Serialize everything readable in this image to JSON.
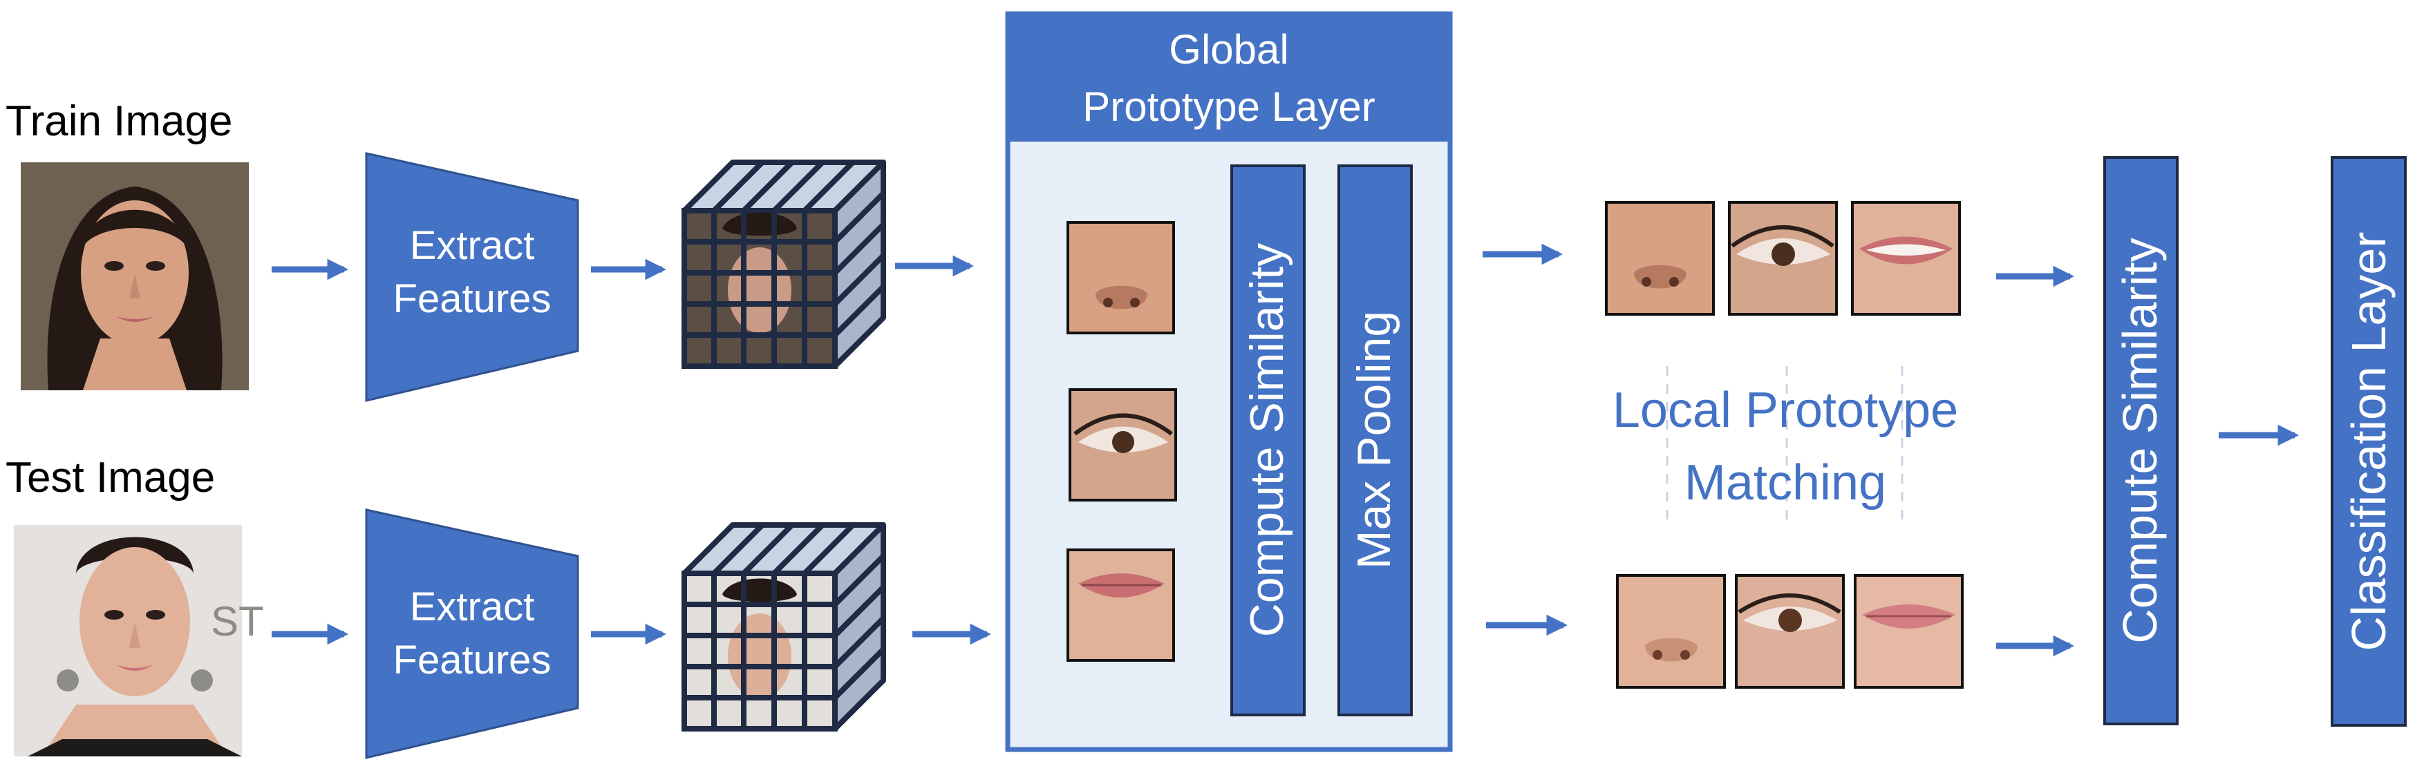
{
  "labels": {
    "train_image": "Train Image",
    "test_image": "Test Image",
    "extract_line1": "Extract",
    "extract_line2": "Features",
    "global_line1": "Global",
    "global_line2": "Prototype Layer",
    "compute_similarity": "Compute Similarity",
    "max_pooling": "Max Pooling",
    "local_line1": "Local Prototype",
    "local_line2": "Matching",
    "compute_similarity_2": "Compute Similarity",
    "classification_layer": "Classification Layer"
  },
  "colors": {
    "accent": "#4472C4",
    "panel_fill": "#E6EEF7",
    "text": "#000000",
    "grid_stroke": "#1F2A44",
    "cube_top": "#C8D3E4",
    "cube_side": "#A9B6CA",
    "skin": "#D9A183",
    "hair": "#2A1E1A",
    "lip": "#C96F72"
  },
  "icons": {
    "photo": "portrait-photo",
    "arrow": "right-arrow",
    "cube": "feature-grid-cube",
    "patch_nose": "nose-patch",
    "patch_eye": "eye-patch",
    "patch_mouth": "mouth-patch"
  }
}
